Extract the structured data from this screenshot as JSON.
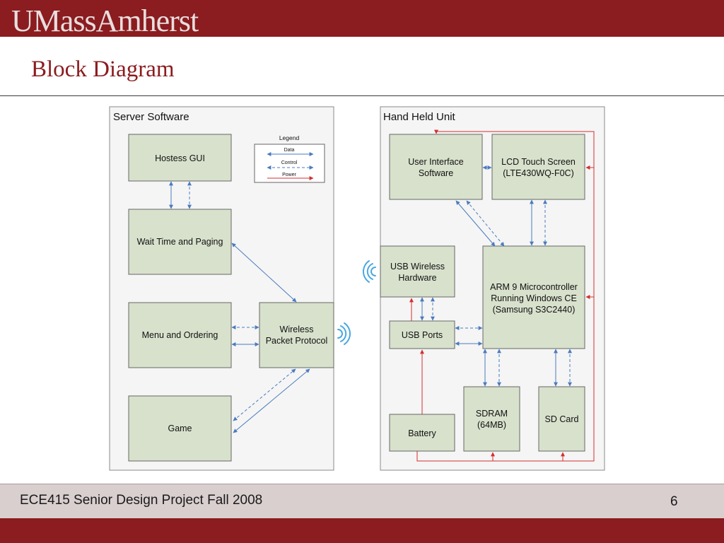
{
  "slide": {
    "logo": "UMassAmherst",
    "title": "Block Diagram",
    "footer": "ECE415 Senior Design Project Fall 2008",
    "page_number": "6"
  },
  "server": {
    "title": "Server Software",
    "hostess": "Hostess GUI",
    "wait_time": "Wait Time and Paging",
    "menu": "Menu and Ordering",
    "wireless_1": "Wireless",
    "wireless_2": "Packet Protocol",
    "game": "Game"
  },
  "legend": {
    "title": "Legend",
    "data": "Data",
    "control": "Control",
    "power": "Power"
  },
  "handheld": {
    "title": "Hand Held Unit",
    "ui_1": "User Interface",
    "ui_2": "Software",
    "lcd_1": "LCD Touch Screen",
    "lcd_2": "(LTE430WQ-F0C)",
    "usbw_1": "USB Wireless",
    "usbw_2": "Hardware",
    "arm_1": "ARM 9 Microcontroller",
    "arm_2": "Running Windows CE",
    "arm_3": "(Samsung S3C2440)",
    "usb_ports": "USB Ports",
    "battery": "Battery",
    "sdram_1": "SDRAM",
    "sdram_2": "(64MB)",
    "sdcard": "SD Card"
  },
  "colors": {
    "data": "#4a7bbf",
    "power": "#d32f2f",
    "block_fill": "#d8e1cc",
    "panel_fill": "#f5f5f5",
    "brand": "#8b1c1f"
  }
}
